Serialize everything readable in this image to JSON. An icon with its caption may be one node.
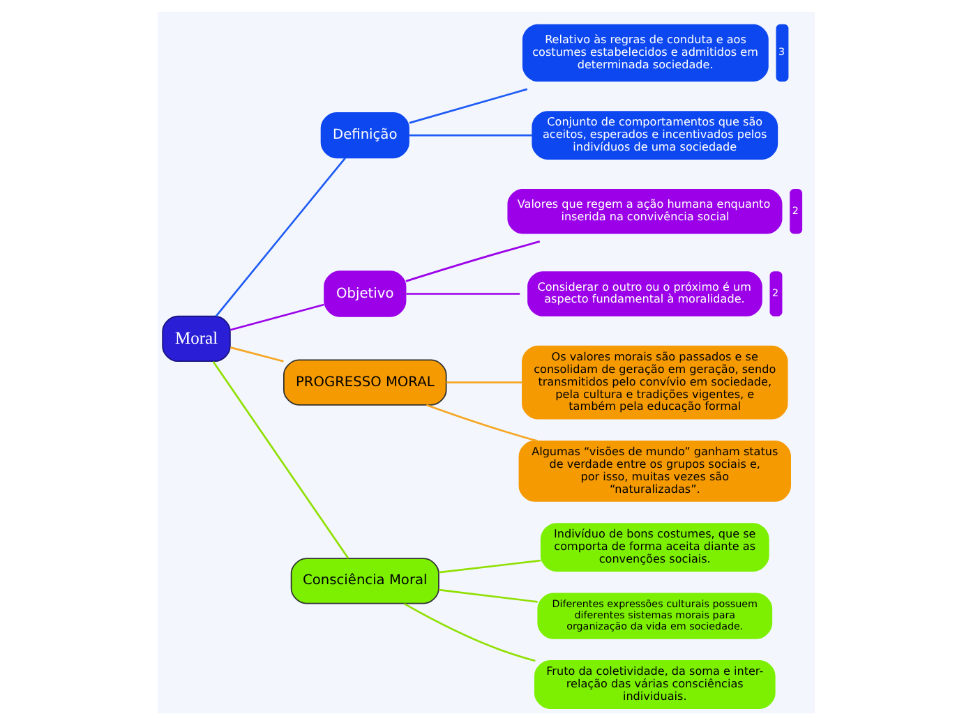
{
  "diagram": {
    "nodes": [
      {
        "text": [
          "Moral"
        ]
      },
      {
        "text": [
          "Definição"
        ]
      },
      {
        "text": [
          "Relativo às regras de conduta e aos costumes estabelecidos e admitidos em determinada sociedade."
        ],
        "beside": [
          "3"
        ]
      },
      {
        "text": [
          "Conjunto de comportamentos que são aceitos, esperados e incentivados pelos indivíduos de uma sociedade"
        ]
      },
      {
        "text": [
          "Objetivo"
        ]
      },
      {
        "text": [
          "Valores que regem a ação humana enquanto inserida na convivência social"
        ],
        "beside": [
          "2"
        ]
      },
      {
        "text": [
          "Considerar o outro ou o próximo é um aspecto fundamental à moralidade."
        ],
        "beside": [
          "2"
        ]
      },
      {
        "text": [
          "PROGRESSO MORAL"
        ]
      },
      {
        "text": [
          "Os valores morais são passados e se consolidam de geração em geração, sendo transmitidos pelo convívio em sociedade, pela cultura e tradições vigentes, e também pela educação formal"
        ]
      },
      {
        "text": [
          "Algumas “visões de mundo” ganham status de verdade entre os grupos sociais e, por isso, muitas vezes são “naturalizadas”."
        ]
      },
      {
        "text": [
          "Consciência Moral"
        ]
      },
      {
        "text": [
          "Indivíduo de bons costumes, que se comporta de forma aceita diante as convenções sociais."
        ]
      },
      {
        "text": [
          "Diferentes expressões culturais possuem diferentes sistemas morais para organização da vida em sociedade."
        ]
      },
      {
        "text": [
          "Fruto da coletividade, da soma e inter-relação das várias consciências individuais."
        ]
      }
    ],
    "edges": [
      {
        "from": 0,
        "to": 1,
        "arrow": "none",
        "color": "#1e5cf5"
      },
      {
        "from": 1,
        "to": 2,
        "arrow": "none",
        "color": "#1e5cf5"
      },
      {
        "from": 1,
        "to": 3,
        "arrow": "none",
        "color": "#1e5cf5"
      },
      {
        "from": 0,
        "to": 4,
        "arrow": "none",
        "color": "#9b00e8"
      },
      {
        "from": 4,
        "to": 5,
        "arrow": "none",
        "color": "#9b00e8"
      },
      {
        "from": 4,
        "to": 6,
        "arrow": "none",
        "color": "#9b00e8"
      },
      {
        "from": 0,
        "to": 7,
        "arrow": "none",
        "color": "#f5a623"
      },
      {
        "from": 7,
        "to": 8,
        "arrow": "none",
        "color": "#f5a623"
      },
      {
        "from": 7,
        "to": 9,
        "arrow": "none",
        "color": "#f5a623"
      },
      {
        "from": 0,
        "to": 10,
        "arrow": "none",
        "color": "#8fe000"
      },
      {
        "from": 10,
        "to": 11,
        "arrow": "none",
        "color": "#8fe000"
      },
      {
        "from": 10,
        "to": 12,
        "arrow": "none",
        "color": "#8fe000"
      },
      {
        "from": 10,
        "to": 13,
        "arrow": "none",
        "color": "#8fe000"
      }
    ]
  }
}
